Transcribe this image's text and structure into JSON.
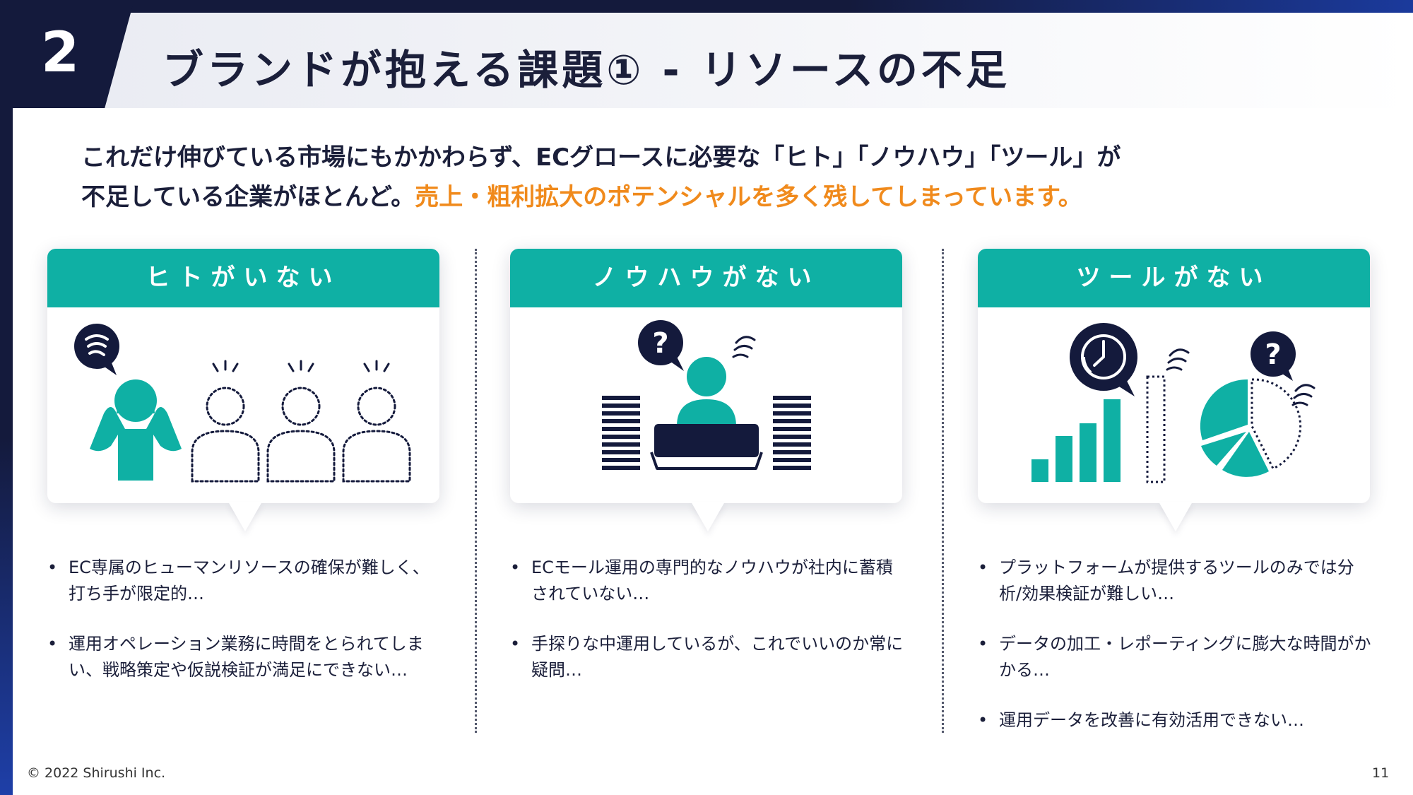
{
  "slide": {
    "number": "2",
    "title": "ブランドが抱える課題① - リソースの不足",
    "lead_line1": "これだけ伸びている市場にもかかわらず、ECグロースに必要な「ヒト」「ノウハウ」「ツール」が",
    "lead_line2_plain": "不足している企業がほとんど。",
    "lead_line2_accent": "売上・粗利拡大のポテンシャルを多く残してしまっています。"
  },
  "colors": {
    "teal": "#0fb0a4",
    "navy": "#141a3c",
    "accent": "#f08a1c"
  },
  "columns": [
    {
      "heading": "ヒトがいない",
      "icon": "stressed-person-and-empty-staff-icon",
      "bullets": [
        "EC専属のヒューマンリソースの確保が難しく、打ち手が限定的…",
        "運用オペレーション業務に時間をとられてしまい、戦略策定や仮説検証が満足にできない…"
      ]
    },
    {
      "heading": "ノウハウがない",
      "icon": "confused-person-at-laptop-icon",
      "bullets": [
        "ECモール運用の専門的なノウハウが社内に蓄積されていない…",
        "手探りな中運用しているが、これでいいのか常に疑問…"
      ]
    },
    {
      "heading": "ツールがない",
      "icon": "clock-bar-chart-pie-chart-icon",
      "bullets": [
        "プラットフォームが提供するツールのみでは分析/効果検証が難しい…",
        "データの加工・レポーティングに膨大な時間がかかる…",
        "運用データを改善に有効活用できない…"
      ]
    }
  ],
  "footer": {
    "copyright": "© 2022 Shirushi Inc.",
    "page_number": "11"
  }
}
